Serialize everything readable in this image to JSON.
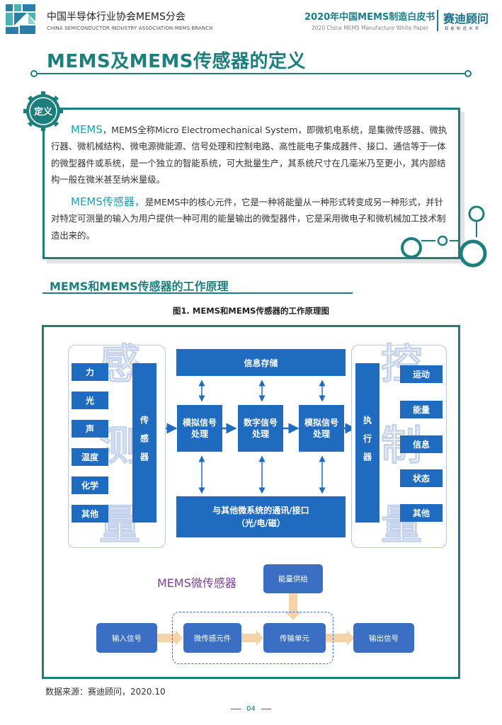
{
  "header": {
    "org_cn": "中国半导体行业协会MEMS分会",
    "org_en": "CHINA SEMICONDUCTOR INDUSTRY ASSOCIATION-MEMS BRANCH",
    "wp_cn": "2020年中国MEMS制造白皮书",
    "wp_en": "2020 China MEMS Manufacture White Paper",
    "brand": "赛迪顾问",
    "brand_sub": "赋能制造未来"
  },
  "title": "MEMS及MEMS传感器的定义",
  "definition": {
    "badge": "定义",
    "p1_kw": "MEMS",
    "p1_text": "，MEMS全称Micro Electromechanical System，即微机电系统，是集微传感器、微执行器、微机械结构、微电源微能源、信号处理和控制电路、高性能电子集成器件、接口、通信等于一体的微型器件或系统，是一个独立的智能系统，可大批量生产，其系统尺寸在几毫米乃至更小，其内部结构一般在微米甚至纳米量级。",
    "p2_kw": "MEMS传感器，",
    "p2_text": "是MEMS中的核心元件，它是一种将能量从一种形式转变成另一种形式，并针对特定可测量的输入为用户提供一种可用的能量输出的微型器件，它是采用微电子和微机械加工技术制造出来的。"
  },
  "section": {
    "title": "MEMS和MEMS传感器的工作原理",
    "fig_caption": "图1. MEMS和MEMS传感器的工作原理图"
  },
  "diagram": {
    "inputs": [
      "力",
      "光",
      "声",
      "温度",
      "化学",
      "其他"
    ],
    "sensor": "传感器",
    "storage": "信息存储",
    "analog1": "模拟信号处理",
    "digital": "数字信号处理",
    "analog2": "模拟信号处理",
    "comm": "与其他微系统的通讯/接口",
    "comm2": "（光/电/磁）",
    "actuator": "执行器",
    "outputs": [
      "运动",
      "能量",
      "信息",
      "状态",
      "其他"
    ],
    "ghost_left": [
      "感",
      "测",
      "量"
    ],
    "ghost_right": [
      "控",
      "制",
      "量"
    ],
    "micro_title": "MEMS微传感器",
    "energy": "能量供给",
    "input_signal": "输入信号",
    "micro_element": "微传感元件",
    "transfer": "传输单元",
    "output_signal": "输出信号"
  },
  "source": "数据来源：赛迪顾问，2020.10",
  "page_number": "04"
}
